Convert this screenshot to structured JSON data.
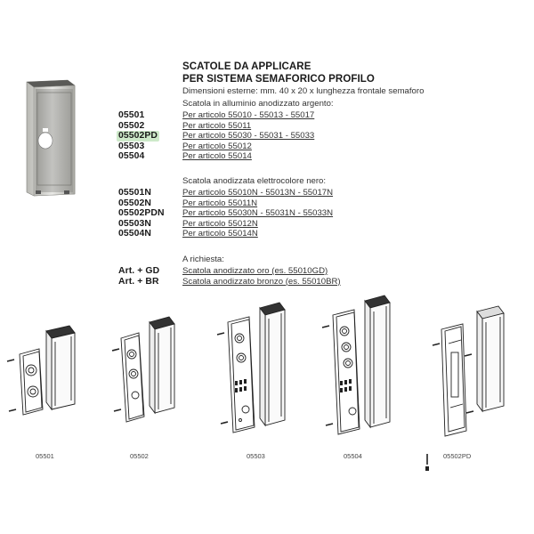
{
  "header": {
    "title_line1": "SCATOLE DA APPLICARE",
    "title_line2": "PER SISTEMA SEMAFORICO PROFILO",
    "dimensions": "Dimensioni esterne: mm. 40 x 20 x lunghezza frontale semaforo"
  },
  "silver_section": {
    "heading": "Scatola in alluminio anodizzato argento:",
    "items": [
      {
        "code": "05501",
        "text": "Per articolo 55010 - 55013 - 55017"
      },
      {
        "code": "05502",
        "text": "Per articolo 55011"
      },
      {
        "code": "05502PD",
        "text": "Per articolo 55030 - 55031 - 55033"
      },
      {
        "code": "05503",
        "text": "Per articolo 55012"
      },
      {
        "code": "05504",
        "text": "Per articolo 55014"
      }
    ]
  },
  "black_section": {
    "heading": "Scatola anodizzata elettrocolore nero:",
    "items": [
      {
        "code": "05501N",
        "text": "Per articolo 55010N - 55013N - 55017N"
      },
      {
        "code": "05502N",
        "text": "Per articolo 55011N"
      },
      {
        "code": "05502PDN",
        "text": "Per articolo 55030N - 55031N - 55033N"
      },
      {
        "code": "05503N",
        "text": "Per articolo 55012N"
      },
      {
        "code": "05504N",
        "text": "Per articolo 55014N"
      }
    ]
  },
  "request_section": {
    "heading": "A richiesta:",
    "items": [
      {
        "code": "Art. + GD",
        "text": "Scatola anodizzato oro (es. 55010GD)"
      },
      {
        "code": "Art. + BR",
        "text": "Scatola anodizzato bronzo (es. 55010BR)"
      }
    ]
  },
  "captions": {
    "c1": "05501",
    "c2": "05502",
    "c3": "05503",
    "c4": "05504",
    "c5": "05502PD"
  },
  "colors": {
    "highlight": "#cde9c9",
    "metal_dark": "#4a4a48",
    "metal_light": "#d6d6d3"
  }
}
